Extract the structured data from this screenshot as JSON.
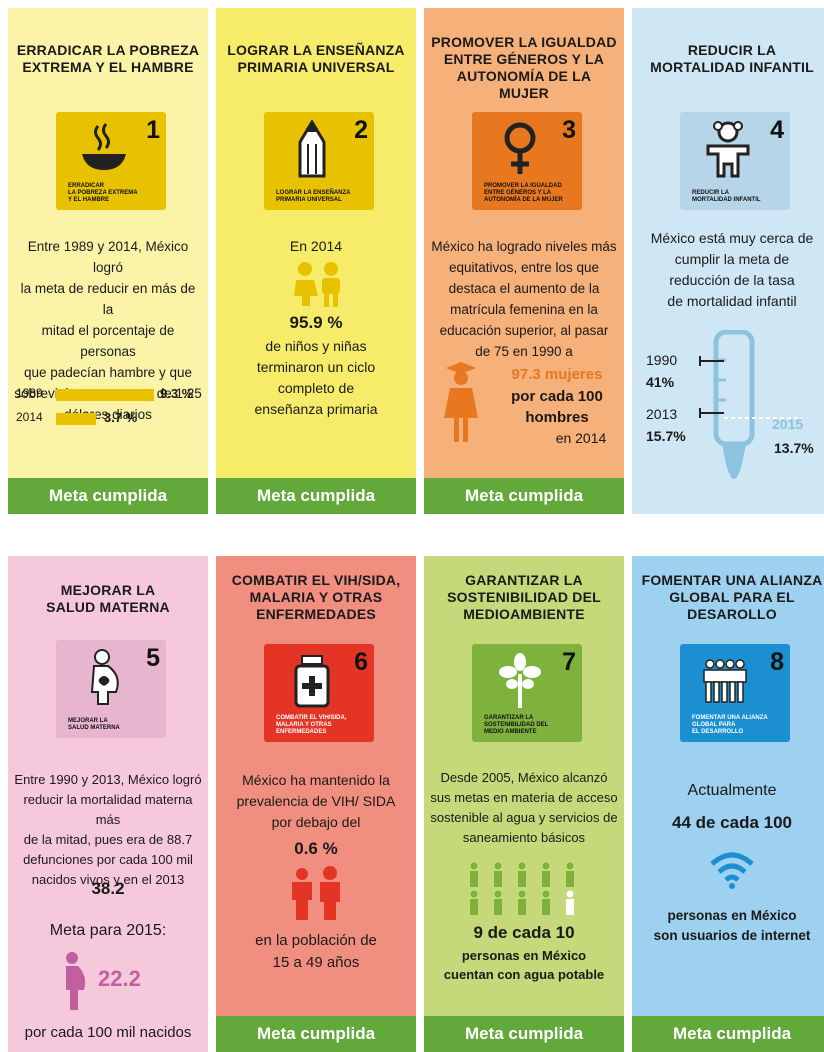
{
  "colors": {
    "green_footer": "#62a83a",
    "yellow_light": "#fbf4a8",
    "yellow_badge": "#e8c200",
    "yellow_bg2": "#f6ec6a",
    "orange_bg": "#f6b07a",
    "orange_badge": "#e8781f",
    "blue_light": "#cfe6f4",
    "blue_badge": "#b7d5e8",
    "pink_bg": "#f6c8dc",
    "pink_badge": "#e8b5cf",
    "red_bg": "#f08e80",
    "red_badge": "#e33425",
    "green_bg": "#c6d97a",
    "green_badge": "#7fb23d",
    "blue_bg": "#9ed0ef",
    "blue_badge8": "#1c8fd1"
  },
  "cards": [
    {
      "title": "ERRADICAR LA POBREZA\nEXTREMA Y EL HAMBRE",
      "number": "1",
      "icon": "bowl-icon",
      "caption": "ERRADICAR\nLA POBREZA EXTREMA\nY EL HAMBRE",
      "text": "Entre 1989 y 2014, México logró\nla meta de reducir en más de la\nmitad el porcentaje de personas\nque padecían hambre y que\nsobrevivían con menos de 1.25\ndólares diarios",
      "bars": [
        {
          "year": "1989",
          "value": 9.3,
          "label": "9.3 %"
        },
        {
          "year": "2014",
          "value": 3.7,
          "label": "3.7 %"
        }
      ],
      "footer": "Meta cumplida"
    },
    {
      "title": "LOGRAR LA ENSEÑANZA\nPRIMARIA UNIVERSAL",
      "number": "2",
      "icon": "pencil-icon",
      "caption": "LOGRAR LA ENSEÑANZA\nPRIMARIA UNIVERSAL",
      "text_top": "En 2014",
      "stat": "95.9 %",
      "text_bottom": "de niños y niñas\nterminaron un ciclo\ncompleto de\nenseñanza primaria",
      "footer": "Meta cumplida"
    },
    {
      "title": "PROMOVER LA IGUALDAD\nENTRE GÉNEROS Y LA\nAUTONOMÍA DE LA MUJER",
      "number": "3",
      "icon": "female-symbol-icon",
      "caption": "PROMOVER LA IGUALDAD\nENTRE GÉNEROS Y LA\nAUTONOMÍA DE LA MUJER",
      "text": "México ha logrado niveles más\nequitativos, entre los que\ndestaca el aumento de la\nmatrícula femenina en la\neducación superior, al pasar\nde 75 en 1990 a",
      "stat": "97.3 mujeres",
      "stat2": "por cada 100\nhombres",
      "year": "en 2014",
      "footer": "Meta cumplida"
    },
    {
      "title": "REDUCIR LA\nMORTALIDAD INFANTIL",
      "number": "4",
      "icon": "baby-icon",
      "caption": "REDUCIR LA\nMORTALIDAD INFANTIL",
      "text": "México está muy cerca de\ncumplir la meta de\nreducción de la tasa\nde mortalidad infantil",
      "y1990": "1990",
      "v1990": "41%",
      "y2013": "2013",
      "v2013": "15.7%",
      "y2015": "2015",
      "v2015": "13.7%"
    },
    {
      "title": "MEJORAR LA\nSALUD MATERNA",
      "number": "5",
      "icon": "pregnant-woman-icon",
      "caption": "MEJORAR LA\nSALUD MATERNA",
      "text": "Entre 1990 y 2013, México logró\nreducir la mortalidad materna más\nde la mitad, pues era de 88.7\ndefunciones por cada 100 mil\nnacidos vivos y en el 2013",
      "stat": "38.2",
      "goal_label": "Meta para 2015:",
      "goal": "22.2",
      "bottom": "por cada 100 mil nacidos"
    },
    {
      "title": "COMBATIR EL VIH/SIDA,\nMALARIA Y OTRAS\nENFERMEDADES",
      "number": "6",
      "icon": "medicine-bottle-icon",
      "caption": "COMBATIR EL VIH/SIDA,\nMALARIA Y OTRAS\nENFERMEDADES",
      "text": "México ha mantenido la\nprevalencia de VIH/ SIDA\npor debajo del",
      "stat": "0.6 %",
      "bottom": "en la población de\n15 a 49 años",
      "footer": "Meta cumplida"
    },
    {
      "title": "GARANTIZAR LA\nSOSTENIBILIDAD DEL\nMEDIOAMBIENTE",
      "number": "7",
      "icon": "plant-icon",
      "caption": "GARANTIZAR LA\nSOSTENIBILIDAD DEL\nMEDIO AMBIENTE",
      "text": "Desde 2005, México alcanzó\nsus metas en materia de acceso\nsostenible al agua y servicios de\nsaneamiento básicos",
      "stat": "9 de cada 10",
      "bottom": "personas en México\ncuentan con agua potable",
      "footer": "Meta cumplida"
    },
    {
      "title": "FOMENTAR UNA ALIANZA\nGLOBAL PARA EL\nDESAROLLO",
      "number": "8",
      "icon": "people-group-icon",
      "caption": "FOMENTAR UNA ALIANZA\nGLOBAL PARA\nEL DESARROLLO",
      "text": "Actualmente",
      "stat": "44 de cada 100",
      "bottom": "personas en México\nson usuarios de internet",
      "footer": "Meta cumplida"
    }
  ]
}
